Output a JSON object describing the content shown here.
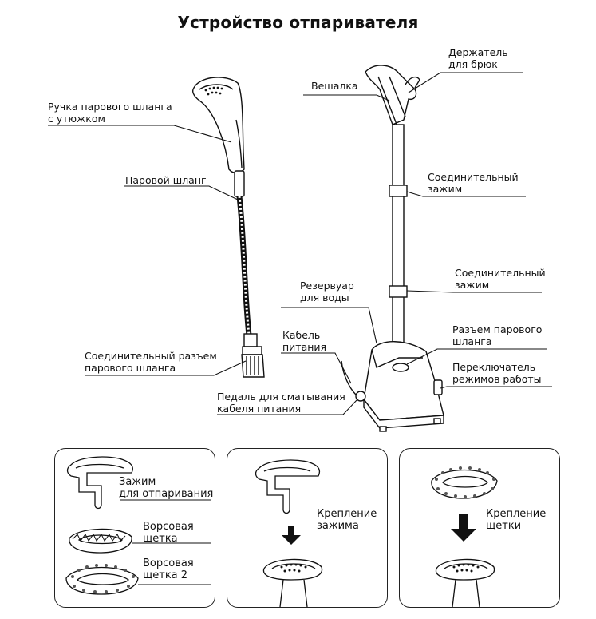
{
  "title": "Устройство отпаривателя",
  "labels": {
    "handle": "Ручка парового шланга\nс утюжком",
    "hose": "Паровой шланг",
    "connector": "Соединительный разъем\nпарового шланга",
    "hanger": "Вешалка",
    "pants_holder": "Держатель\nдля брюк",
    "clamp1": "Соединительный\nзажим",
    "clamp2": "Соединительный\nзажим",
    "reservoir": "Резервуар\nдля воды",
    "cable": "Кабель\nпитания",
    "hose_socket": "Разъем парового\nшланга",
    "mode_switch": "Переключатель\nрежимов работы",
    "pedal": "Педаль для сматывания\nкабеля питания"
  },
  "panels": {
    "p1": {
      "clamp": "Зажим\nдля отпаривания",
      "brush1": "Ворсовая\nщетка",
      "brush2": "Ворсовая\nщетка 2"
    },
    "p2": {
      "caption": "Крепление\nзажима"
    },
    "p3": {
      "caption": "Крепление\nщетки"
    }
  }
}
